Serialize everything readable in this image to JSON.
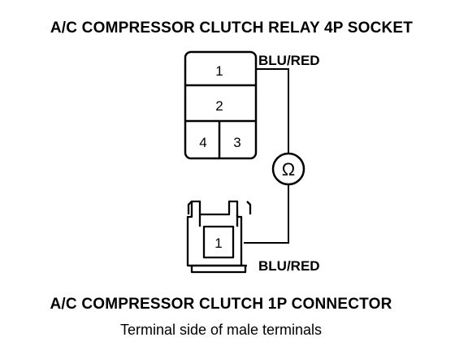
{
  "diagram": {
    "title_top": "A/C COMPRESSOR CLUTCH RELAY 4P SOCKET",
    "title_bottom": "A/C COMPRESSOR CLUTCH 1P CONNECTOR",
    "caption": "Terminal side of male terminals",
    "relay_socket": {
      "terminals": [
        "1",
        "2",
        "4",
        "3"
      ],
      "wire_label": "BLU/RED"
    },
    "connector_1p": {
      "terminal": "1",
      "wire_label": "BLU/RED"
    },
    "meter_symbol": "Ω"
  }
}
